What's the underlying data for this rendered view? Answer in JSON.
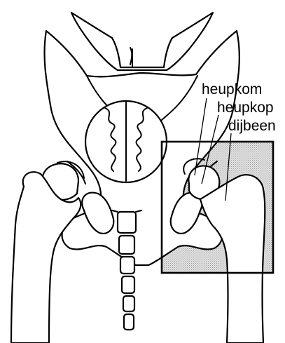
{
  "labels": {
    "heupkom": "heupkom",
    "heupkop": "heupkop",
    "dijbeen": "dijbeen"
  },
  "colors": {
    "line": "#000000",
    "background": "#ffffff",
    "highlight_fill": "#d4d4d4",
    "frame": "#000000"
  }
}
